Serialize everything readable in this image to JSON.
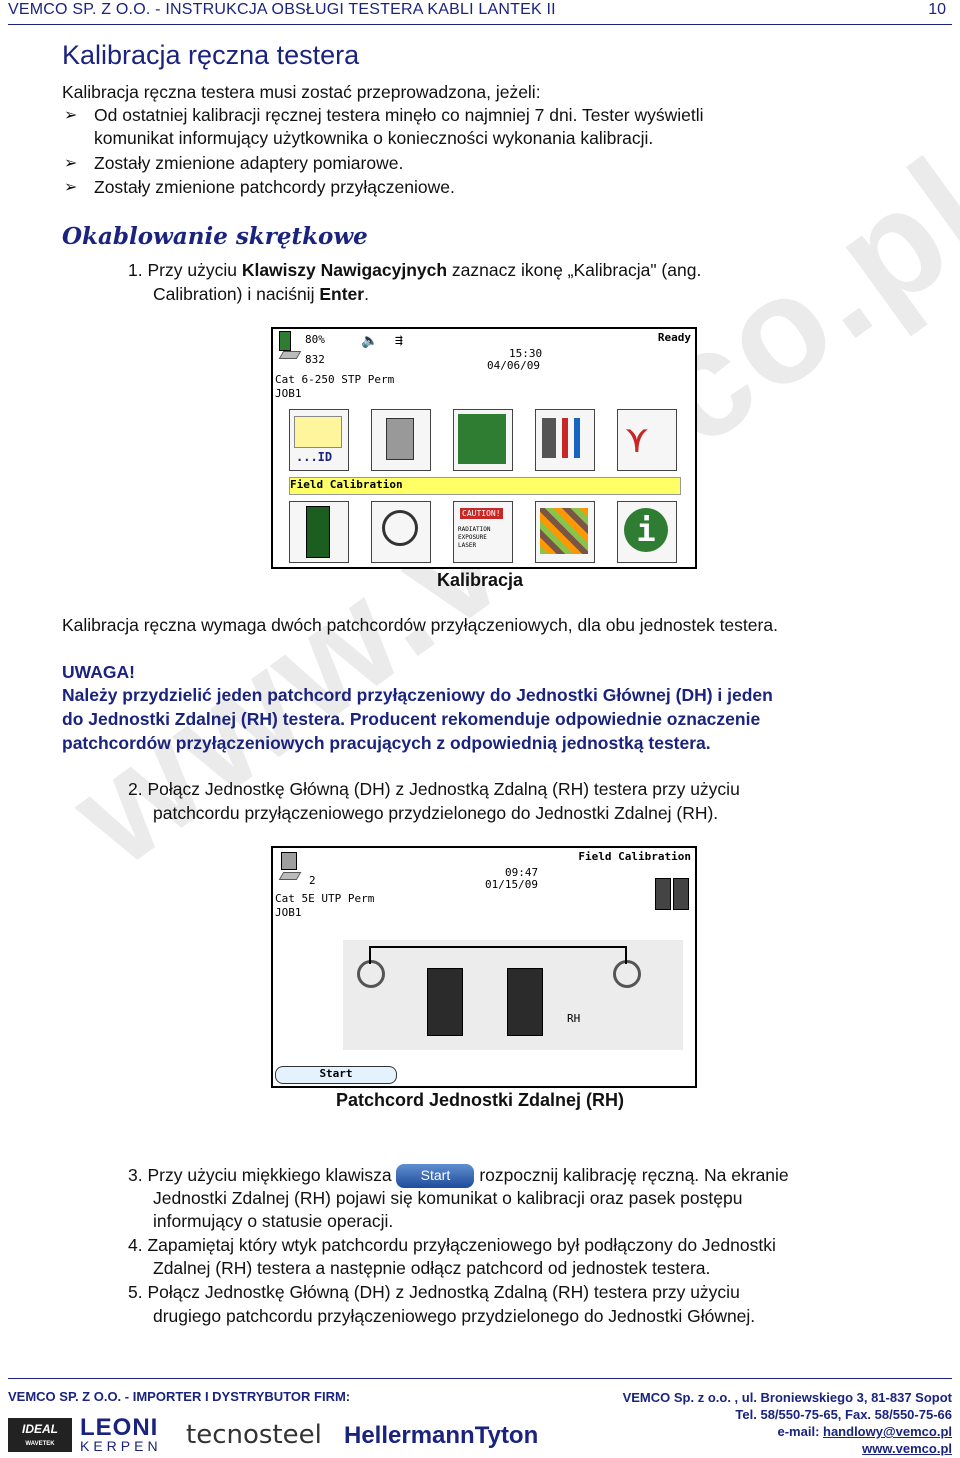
{
  "header": {
    "company": "VEMCO SP. Z O.O.",
    "title": "- INSTRUKCJA OBSŁUGI TESTERA KABLI LANTEK II",
    "page_number": "10"
  },
  "section_title": "Kalibracja ręczna testera",
  "intro": "Kalibracja ręczna testera musi zostać przeprowadzona, jeżeli:",
  "bullets": [
    "Od ostatniej kalibracji ręcznej testera minęło co najmniej 7 dni. Tester wyświetli",
    "komunikat informujący użytkownika o konieczności wykonania kalibracji.",
    "Zostały zmienione adaptery pomiarowe.",
    "Zostały zmienione patchcordy przyłączeniowe."
  ],
  "subsection_title": "Okablowanie skrętkowe",
  "step1": {
    "num": "1.",
    "pre": "Przy użyciu ",
    "bold": "Klawiszy Nawigacyjnych",
    "post": " zaznacz ikonę „Kalibracja\" (ang.",
    "line2_pre": "Calibration) i naciśnij ",
    "line2_bold": "Enter",
    "line2_post": "."
  },
  "screen1": {
    "battery": "80%",
    "count": "832",
    "status": "Ready",
    "time": "15:30",
    "date": "04/06/09",
    "cable": "Cat 6-250 STP Perm",
    "job": "JOB1",
    "id_label": "...ID",
    "selected_label": "Field Calibration",
    "caution": "CAUTION!",
    "laser_text": "RADIATION EXPOSURE LASER"
  },
  "caption1": "Kalibracja",
  "para1": "Kalibracja ręczna wymaga dwóch patchcordów przyłączeniowych, dla obu jednostek testera.",
  "warning": {
    "title": "UWAGA!",
    "lines": [
      "Należy przydzielić jeden patchcord przyłączeniowy do Jednostki Głównej (DH) i jeden",
      "do Jednostki Zdalnej (RH) testera. Producent rekomenduje odpowiednie oznaczenie",
      "patchcordów przyłączeniowych pracujących z odpowiednią jednostką testera."
    ]
  },
  "step2": {
    "num": "2.",
    "line1": "Połącz Jednostkę Główną (DH) z Jednostką Zdalną (RH) testera przy użyciu",
    "line2": "patchcordu przyłączeniowego przydzielonego do Jednostki Zdalnej (RH)."
  },
  "screen2": {
    "title": "Field Calibration",
    "count": "2",
    "time": "09:47",
    "date": "01/15/09",
    "cable": "Cat 5E UTP Perm",
    "job": "JOB1",
    "rh_label": "RH",
    "start": "Start"
  },
  "caption2": "Patchcord Jednostki Zdalnej (RH)",
  "step3": {
    "num": "3.",
    "pre": "Przy użyciu miękkiego klawisza",
    "button": "Start",
    "post": "rozpocznij kalibrację ręczną. Na ekranie",
    "line2": "Jednostki Zdalnej (RH) pojawi się komunikat o kalibracji oraz pasek postępu",
    "line3": "informujący o statusie operacji."
  },
  "step4": {
    "num": "4.",
    "line1": "Zapamiętaj który wtyk patchcordu przyłączeniowego był podłączony do Jednostki",
    "line2": "Zdalnej (RH) testera a następnie odłącz patchcord od jednostek testera."
  },
  "step5": {
    "num": "5.",
    "line1": "Połącz Jednostkę Główną (DH) z Jednostką Zdalną (RH) testera przy użyciu",
    "line2": "drugiego patchcordu przyłączeniowego przydzielonego do Jednostki Głównej."
  },
  "watermark": "www.vemco.pl",
  "footer": {
    "left_title": "VEMCO SP. Z O.O. - IMPORTER I DYSTRYBUTOR FIRM:",
    "address": "VEMCO Sp. z o.o. , ul. Broniewskiego 3, 81-837 Sopot",
    "phone": "Tel. 58/550-75-65, Fax. 58/550-75-66",
    "email_label": "e-mail: ",
    "email": "handlowy@vemco.pl",
    "website": "www.vemco.pl",
    "logos": [
      "IDEAL",
      "WAVETEK",
      "LEONI",
      "KERPEN",
      "tecnosteel",
      "HellermannTyton"
    ]
  },
  "colors": {
    "brand": "#1a237e",
    "highlight": "#ffff66"
  }
}
